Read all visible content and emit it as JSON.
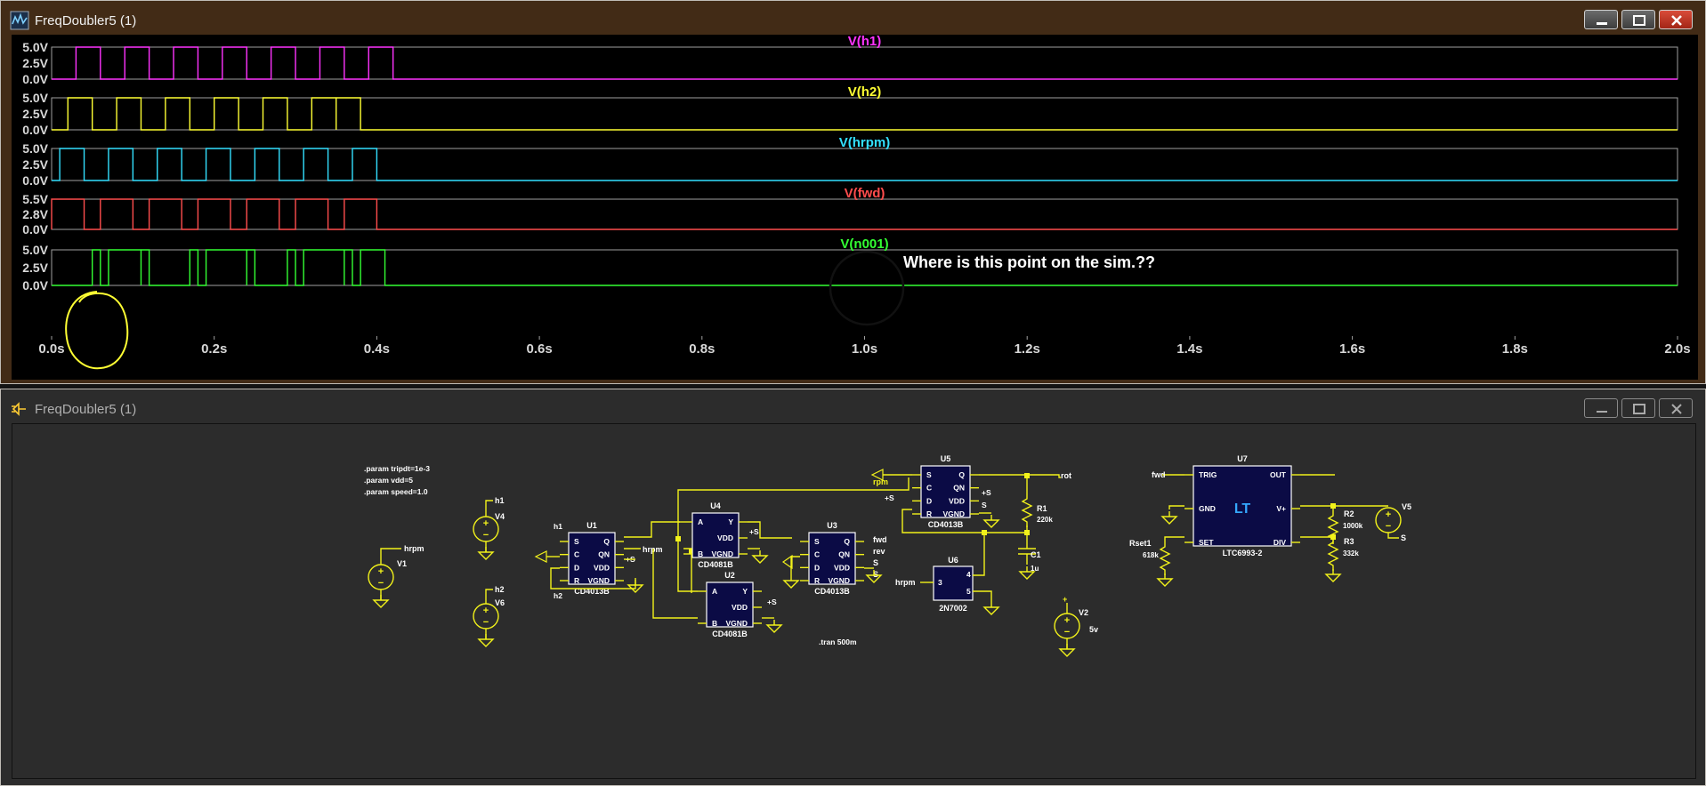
{
  "wave_window": {
    "title": "FreqDoubler5 (1)",
    "icon": "waveform-icon"
  },
  "schematic_window": {
    "title": "FreqDoubler5 (1)",
    "icon": "schematic-icon"
  },
  "chart_data": {
    "type": "line",
    "x_unit": "s",
    "xlim": [
      0,
      2.0
    ],
    "x_ticks": [
      "0.0s",
      "0.2s",
      "0.4s",
      "0.6s",
      "0.8s",
      "1.0s",
      "1.2s",
      "1.4s",
      "1.6s",
      "1.8s",
      "2.0s"
    ],
    "panes": [
      {
        "name": "V(h1)",
        "color": "#ff33ff",
        "yticks": [
          "5.0V",
          "2.5V",
          "0.0V"
        ],
        "ymax": 5.0,
        "ends": 0.42,
        "pulses": [
          [
            0.03,
            0.06
          ],
          [
            0.09,
            0.12
          ],
          [
            0.15,
            0.18
          ],
          [
            0.21,
            0.24
          ],
          [
            0.27,
            0.3
          ],
          [
            0.33,
            0.36
          ],
          [
            0.39,
            0.42
          ]
        ]
      },
      {
        "name": "V(h2)",
        "color": "#ffff33",
        "yticks": [
          "5.0V",
          "2.5V",
          "0.0V"
        ],
        "ymax": 5.0,
        "ends": 0.38,
        "pulses": [
          [
            0.02,
            0.05
          ],
          [
            0.08,
            0.11
          ],
          [
            0.14,
            0.17
          ],
          [
            0.2,
            0.23
          ],
          [
            0.26,
            0.29
          ],
          [
            0.32,
            0.35
          ],
          [
            0.35,
            0.38
          ]
        ]
      },
      {
        "name": "V(hrpm)",
        "color": "#33e0ff",
        "yticks": [
          "5.0V",
          "2.5V",
          "0.0V"
        ],
        "ymax": 5.0,
        "ends": 0.4,
        "pulses": [
          [
            0.01,
            0.04
          ],
          [
            0.07,
            0.1
          ],
          [
            0.13,
            0.16
          ],
          [
            0.19,
            0.22
          ],
          [
            0.25,
            0.28
          ],
          [
            0.31,
            0.34
          ],
          [
            0.37,
            0.4
          ]
        ]
      },
      {
        "name": "V(fwd)",
        "color": "#ff4d4d",
        "yticks": [
          "5.5V",
          "2.8V",
          "0.0V"
        ],
        "ymax": 5.5,
        "ends": 0.4,
        "pulses": [
          [
            0.0,
            0.04
          ],
          [
            0.06,
            0.1
          ],
          [
            0.12,
            0.16
          ],
          [
            0.18,
            0.22
          ],
          [
            0.24,
            0.28
          ],
          [
            0.3,
            0.34
          ],
          [
            0.36,
            0.4
          ]
        ]
      },
      {
        "name": "V(n001)",
        "color": "#33ff33",
        "yticks": [
          "5.0V",
          "2.5V",
          "0.0V"
        ],
        "ymax": 5.0,
        "ends": 0.41,
        "pulses": [
          [
            0.05,
            0.06
          ],
          [
            0.07,
            0.11
          ],
          [
            0.11,
            0.12
          ],
          [
            0.17,
            0.18
          ],
          [
            0.19,
            0.24
          ],
          [
            0.24,
            0.25
          ],
          [
            0.29,
            0.3
          ],
          [
            0.31,
            0.36
          ],
          [
            0.36,
            0.37
          ],
          [
            0.38,
            0.41
          ]
        ]
      }
    ],
    "annotation": "Where is this point on the sim.??"
  },
  "schematic": {
    "params": [
      ".param tripdt=1e-3",
      ".param vdd=5",
      ".param speed=1.0"
    ],
    "tran": ".tran 500m",
    "sources": {
      "v1": "V1",
      "v4": "V4",
      "v6": "V6",
      "v2": "V2",
      "v5": "V5",
      "v2_value": "5v"
    },
    "nets": {
      "hrpm": "hrpm",
      "h1": "h1",
      "h2": "h2",
      "rpm": "rpm",
      "rot": "rot",
      "fwd": "fwd",
      "rev": "rev",
      "s": "S",
      "plus_s": "+S"
    },
    "pins": {
      "s": "S",
      "c": "C",
      "d": "D",
      "r": "R",
      "q": "Q",
      "qn": "QN",
      "vdd": "VDD",
      "vgnd": "VGND",
      "a": "A",
      "b": "B",
      "y": "Y",
      "trig": "TRIG",
      "out": "OUT",
      "gnd": "GND",
      "vplus": "V+",
      "set": "SET",
      "div": "DIV",
      "p3": "3",
      "p4": "4",
      "p5": "5"
    },
    "parts": {
      "u1": "U1",
      "u1_type": "CD4013B",
      "u2": "U2",
      "u2_type": "CD4081B",
      "u3": "U3",
      "u3_type": "CD4013B",
      "u4": "U4",
      "u4_type": "CD4081B",
      "u5": "U5",
      "u5_type": "CD4013B",
      "u6": "U6",
      "u6_type": "2N7002",
      "u7": "U7",
      "u7_type": "LTC6993-2",
      "r1": "R1",
      "r1_value": "220k",
      "c1": "C1",
      "c1_value": "1u",
      "r2": "R2",
      "r2_value": "1000k",
      "r3": "R3",
      "r3_value": "332k",
      "rset": "Rset1",
      "rset_value": "618k"
    }
  }
}
